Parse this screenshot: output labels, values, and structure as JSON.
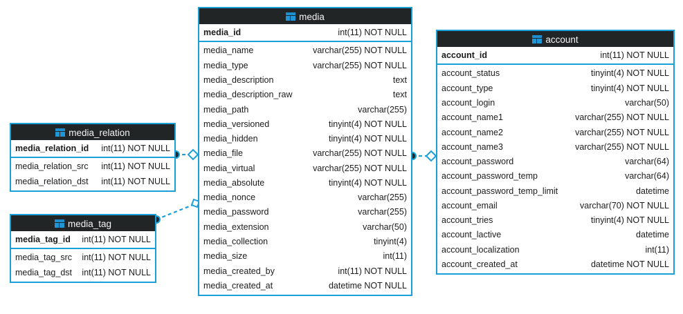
{
  "diagram": {
    "kind": "entity-relationship-diagram",
    "background": "#ffffff",
    "accent_color": "#1b9fd8",
    "header_background": "#222526",
    "header_text_color": "#f2f4f5",
    "icon_name": "table-icon"
  },
  "tables": [
    {
      "id": "media",
      "name": "media",
      "primary_key": {
        "name": "media_id",
        "type": "int(11) NOT NULL"
      },
      "columns": [
        {
          "name": "media_name",
          "type": "varchar(255) NOT NULL"
        },
        {
          "name": "media_type",
          "type": "varchar(255) NOT NULL"
        },
        {
          "name": "media_description",
          "type": "text"
        },
        {
          "name": "media_description_raw",
          "type": "text"
        },
        {
          "name": "media_path",
          "type": "varchar(255)"
        },
        {
          "name": "media_versioned",
          "type": "tinyint(4) NOT NULL"
        },
        {
          "name": "media_hidden",
          "type": "tinyint(4) NOT NULL"
        },
        {
          "name": "media_file",
          "type": "varchar(255) NOT NULL"
        },
        {
          "name": "media_virtual",
          "type": "varchar(255) NOT NULL"
        },
        {
          "name": "media_absolute",
          "type": "tinyint(4) NOT NULL"
        },
        {
          "name": "media_nonce",
          "type": "varchar(255)"
        },
        {
          "name": "media_password",
          "type": "varchar(255)"
        },
        {
          "name": "media_extension",
          "type": "varchar(50)"
        },
        {
          "name": "media_collection",
          "type": "tinyint(4)"
        },
        {
          "name": "media_size",
          "type": "int(11)"
        },
        {
          "name": "media_created_by",
          "type": "int(11) NOT NULL"
        },
        {
          "name": "media_created_at",
          "type": "datetime NOT NULL"
        }
      ]
    },
    {
      "id": "account",
      "name": "account",
      "primary_key": {
        "name": "account_id",
        "type": "int(11) NOT NULL"
      },
      "columns": [
        {
          "name": "account_status",
          "type": "tinyint(4) NOT NULL"
        },
        {
          "name": "account_type",
          "type": "tinyint(4) NOT NULL"
        },
        {
          "name": "account_login",
          "type": "varchar(50)"
        },
        {
          "name": "account_name1",
          "type": "varchar(255) NOT NULL"
        },
        {
          "name": "account_name2",
          "type": "varchar(255) NOT NULL"
        },
        {
          "name": "account_name3",
          "type": "varchar(255) NOT NULL"
        },
        {
          "name": "account_password",
          "type": "varchar(64)"
        },
        {
          "name": "account_password_temp",
          "type": "varchar(64)"
        },
        {
          "name": "account_password_temp_limit",
          "type": "datetime"
        },
        {
          "name": "account_email",
          "type": "varchar(70) NOT NULL"
        },
        {
          "name": "account_tries",
          "type": "tinyint(4) NOT NULL"
        },
        {
          "name": "account_lactive",
          "type": "datetime"
        },
        {
          "name": "account_localization",
          "type": "int(11)"
        },
        {
          "name": "account_created_at",
          "type": "datetime NOT NULL"
        }
      ]
    },
    {
      "id": "media_relation",
      "name": "media_relation",
      "primary_key": {
        "name": "media_relation_id",
        "type": "int(11) NOT NULL"
      },
      "columns": [
        {
          "name": "media_relation_src",
          "type": "int(11) NOT NULL"
        },
        {
          "name": "media_relation_dst",
          "type": "int(11) NOT NULL"
        }
      ]
    },
    {
      "id": "media_tag",
      "name": "media_tag",
      "primary_key": {
        "name": "media_tag_id",
        "type": "int(11) NOT NULL"
      },
      "columns": [
        {
          "name": "media_tag_src",
          "type": "int(11) NOT NULL"
        },
        {
          "name": "media_tag_dst",
          "type": "int(11) NOT NULL"
        }
      ]
    }
  ],
  "relationships": [
    {
      "id": "media_relation-media",
      "from": "media_relation",
      "to": "media",
      "from_marker": "filled-circle",
      "to_marker": "open-diamond",
      "line_style": "dashed"
    },
    {
      "id": "media_tag-media",
      "from": "media_tag",
      "to": "media",
      "from_marker": "filled-circle",
      "to_marker": "open-diamond",
      "line_style": "dashed"
    },
    {
      "id": "media-account",
      "from": "media",
      "to": "account",
      "from_marker": "filled-circle",
      "to_marker": "open-diamond",
      "line_style": "dashed"
    }
  ]
}
